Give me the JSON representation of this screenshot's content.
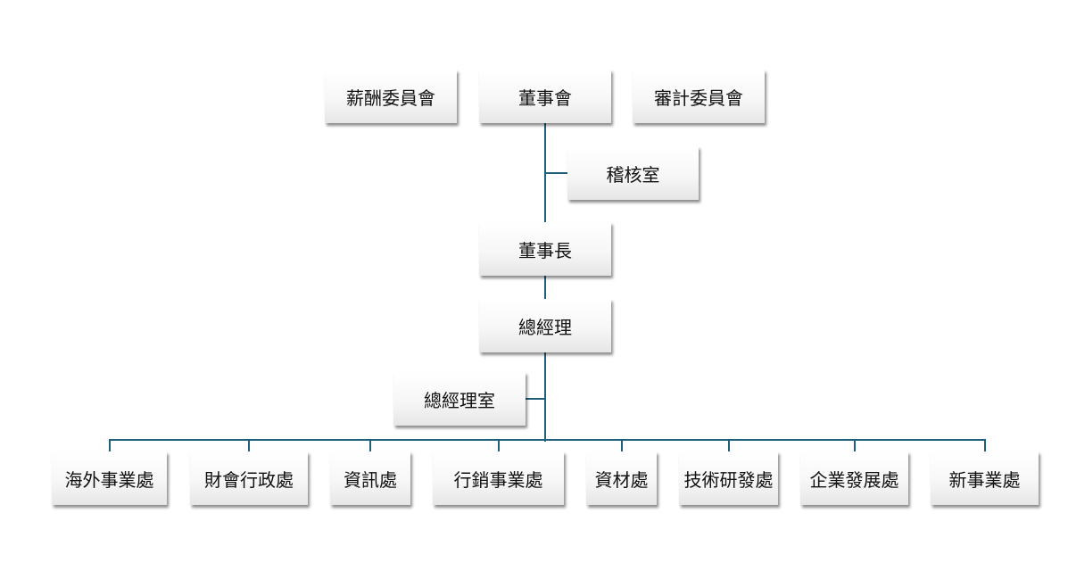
{
  "colors": {
    "connector": "#1f5f7a"
  },
  "top": {
    "compensation_committee": "薪酬委員會",
    "board": "董事會",
    "audit_committee": "審計委員會"
  },
  "audit_office": "稽核室",
  "chairman": "董事長",
  "general_manager": "總經理",
  "gm_office": "總經理室",
  "departments": [
    "海外事業處",
    "財會行政處",
    "資訊處",
    "行銷事業處",
    "資材處",
    "技術研發處",
    "企業發展處",
    "新事業處"
  ]
}
